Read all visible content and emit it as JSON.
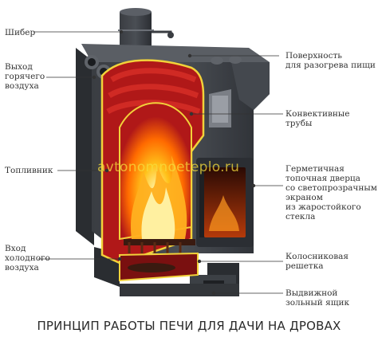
{
  "labels": {
    "shiber": "Шибер",
    "hot_air_outlet": "Выход\nгорячего\nвоздуха",
    "firebox": "Топливник",
    "cold_air_inlet": "Вход\nхолодного\nвоздуха",
    "cooking_surface": "Поверхность\nдля разогрева пищи",
    "convection_pipes": "Конвективные\nтрубы",
    "sealed_door": "Герметичная\nтопочная дверца\nсо светопрозрачным\nэкраном\nиз жаростойкого\nстекла",
    "grate": "Колосниковая\nрешетка",
    "ash_drawer": "Выдвижной\nзольный ящик"
  },
  "watermark": "avtonomnoeteplo.ru",
  "caption": "ПРИНЦИП РАБОТЫ ПЕЧИ ДЛЯ ДАЧИ НА ДРОВАХ",
  "colors": {
    "body": "#2f3236",
    "interior": "#b01818",
    "outline": "#f2d23a",
    "flame": "#ff8a10"
  }
}
